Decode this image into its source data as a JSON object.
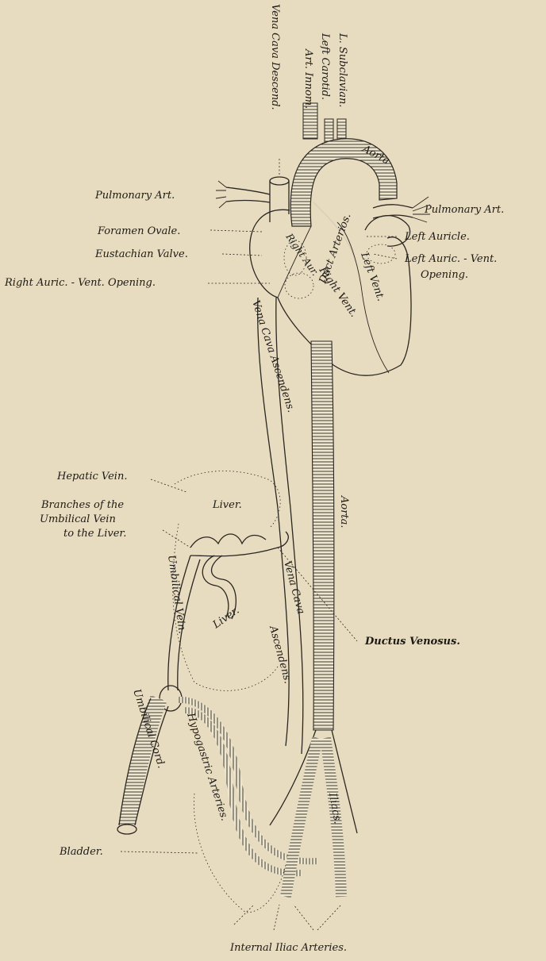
{
  "labels": {
    "vena_cava_descend": "Vena Cava Descend.",
    "l_subclavian": "L. Subclavian.",
    "left_carotid": "Left Carotid.",
    "art_innom": "Art. Innom.",
    "aorta_top": "Aorta",
    "pulmonary_art_left": "Pulmonary Art.",
    "pulmonary_art_right": "Pulmonary Art.",
    "left_auricle": "Left Auricle.",
    "foramen_ovale": "Foramen Ovale.",
    "left_auric_vent_line1": "Left Auric. - Vent.",
    "left_auric_vent_line2": "Opening.",
    "eustachian_valve": "Eustachian Valve.",
    "right_auric_vent": "Right Auric. - Vent. Opening.",
    "right_aur": "Right Aur.",
    "duct_arteriosus": "Duct Arterios.",
    "left_vent": "Left Vent.",
    "right_vent": "Right Vent.",
    "vena_cava_ascendens_upper": "Vena Cava Ascendens.",
    "hepatic_vein": "Hepatic Vein.",
    "liver_upper": "Liver.",
    "branches_line1": "Branches of the",
    "branches_line2": "Umbilical Vein",
    "branches_line3": "to the Liver.",
    "aorta_middle": "Aorta.",
    "umbilical_vein": "Umbilical Vein.",
    "vena_cava_lower": "Vena Cava",
    "ascendens_lower": "Ascendens.",
    "ductus_venosus": "Ductus Venosus.",
    "liver_lower": "Liver.",
    "umbilical_cord": "Umbilical Cord.",
    "hypogastric_arteries": "Hypogastric Arteries.",
    "iliacs": "Iliacs.",
    "bladder": "Bladder.",
    "internal_iliac_arteries": "Internal Iliac Arteries."
  }
}
